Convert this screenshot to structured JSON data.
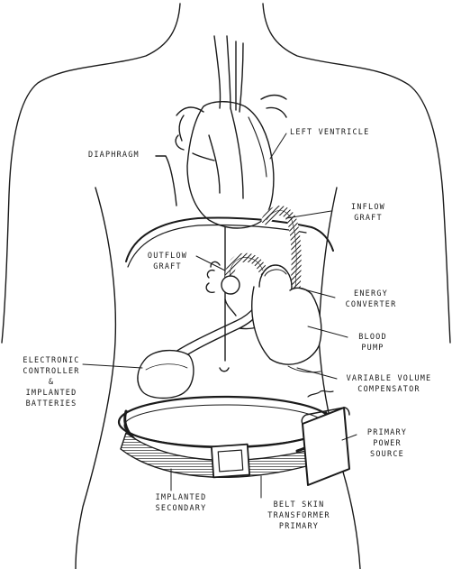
{
  "labels": {
    "diaphragm": [
      "DIAPHRAGM"
    ],
    "left_ventricle": [
      "LEFT VENTRICLE"
    ],
    "inflow_graft": [
      "INFLOW",
      "GRAFT"
    ],
    "outflow_graft": [
      "OUTFLOW",
      "GRAFT"
    ],
    "energy_converter": [
      "ENERGY",
      "CONVERTER"
    ],
    "blood_pump": [
      "BLOOD",
      "PUMP"
    ],
    "electronic_controller": [
      "ELECTRONIC",
      "CONTROLLER",
      "&",
      "IMPLANTED",
      "BATTERIES"
    ],
    "variable_volume_compensator": [
      "VARIABLE VOLUME",
      "COMPENSATOR"
    ],
    "primary_power_source": [
      "PRIMARY",
      "POWER",
      "SOURCE"
    ],
    "implanted_secondary": [
      "IMPLANTED",
      "SECONDARY"
    ],
    "belt_skin_transformer": [
      "BELT SKIN",
      "TRANSFORMER",
      "PRIMARY"
    ]
  },
  "colors": {
    "ink": "#1a1a1a",
    "paper": "#ffffff",
    "shade": "#555555"
  }
}
